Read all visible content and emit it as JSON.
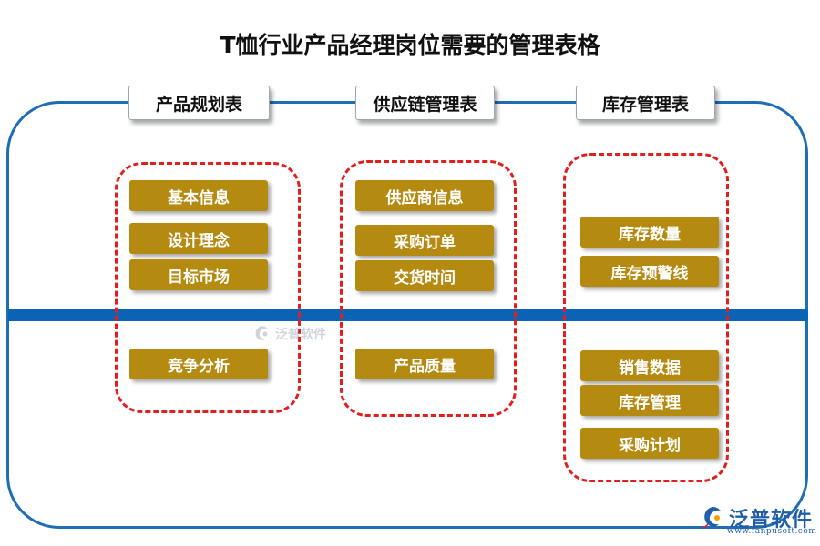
{
  "title": "T恤行业产品经理岗位需要的管理表格",
  "columns": [
    {
      "header": "产品规划表",
      "items": [
        "基本信息",
        "设计理念",
        "目标市场",
        "竞争分析"
      ]
    },
    {
      "header": "供应链管理表",
      "items": [
        "供应商信息",
        "采购订单",
        "交货时间",
        "产品质量"
      ]
    },
    {
      "header": "库存管理表",
      "items": [
        "库存数量",
        "库存预警线",
        "销售数据",
        "库存管理",
        "采购计划"
      ]
    }
  ],
  "watermark": {
    "brand": "泛普软件",
    "url": "www.fanpusoft.com",
    "logo_icon": "fanpu-logo-icon"
  },
  "colors": {
    "frame": "#1f6db5",
    "bar": "#0b63b5",
    "item_fill": "#b58a10",
    "group_border": "#e0201f"
  }
}
